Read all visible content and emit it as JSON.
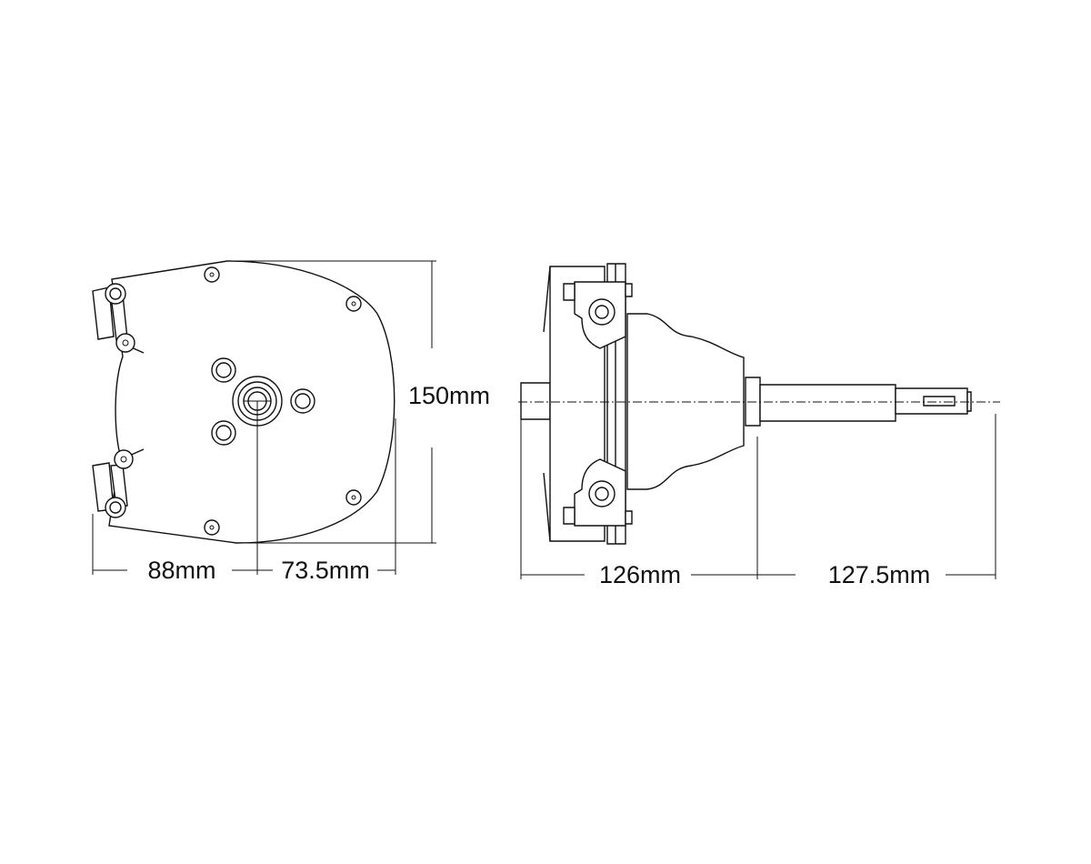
{
  "front_view": {
    "height_label": "150mm",
    "left_width_label": "88mm",
    "right_width_label": "73.5mm"
  },
  "side_view": {
    "body_length_label": "126mm",
    "shaft_length_label": "127.5mm"
  },
  "colors": {
    "line": "#111111",
    "background": "#ffffff"
  }
}
